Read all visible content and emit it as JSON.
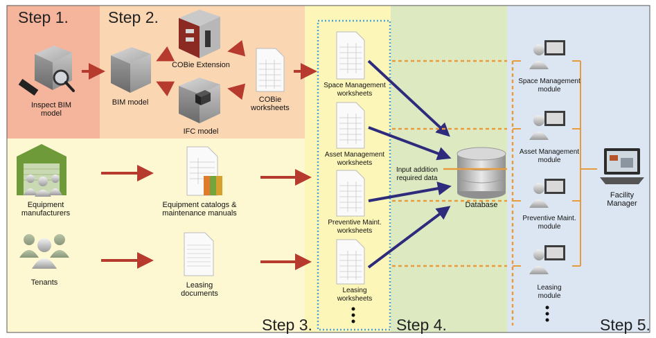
{
  "steps": {
    "step1": "Step 1.",
    "step2": "Step 2.",
    "step3": "Step 3.",
    "step4": "Step 4.",
    "step5": "Step 5."
  },
  "step1": {
    "inspect_label": "Inspect BIM\nmodel"
  },
  "step2": {
    "bim_model_label": "BIM model",
    "cobie_extension_label": "COBie Extension",
    "ifc_model_label": "IFC model",
    "cobie_worksheets_label": "COBie\nworksheets"
  },
  "sources": {
    "equipment_manufacturers_label": "Equipment\nmanufacturers",
    "tenants_label": "Tenants",
    "equipment_catalogs_label": "Equipment catalogs &\nmaintenance manuals",
    "leasing_documents_label": "Leasing\ndocuments"
  },
  "worksheets": [
    {
      "label": "Space Management\nworksheets"
    },
    {
      "label": "Asset Management\nworksheets"
    },
    {
      "label": "Preventive Maint.\nworksheets"
    },
    {
      "label": "Leasing\nworksheets"
    }
  ],
  "database": {
    "label": "Database",
    "input_note": "Input addition\nrequired data"
  },
  "modules": [
    {
      "label": "Space Management\nmodule"
    },
    {
      "label": "Asset Management\nmodule"
    },
    {
      "label": "Preventive Maint.\nmodule"
    },
    {
      "label": "Leasing\nmodule"
    }
  ],
  "facility_manager": {
    "label": "Facility\nManager"
  },
  "colors": {
    "step1_bg": "#f5b59c",
    "step2_bg": "#fbd6b3",
    "lower_left_bg": "#fdf8d2",
    "step3_bg": "#fcf6b9",
    "step4_bg": "#dde9c0",
    "step5_bg": "#dce6f3",
    "red_arrow": "#b73a2e",
    "navy_arrow": "#2e2b7d",
    "dotted_orange": "#e79b3c",
    "dotted_blue": "#4aa3d8"
  },
  "icons": {
    "cube": "cube-icon",
    "magnifier": "magnifier-icon",
    "document": "document-icon",
    "database": "database-cylinder-icon",
    "user": "user-icon",
    "monitor": "monitor-icon",
    "factory": "factory-icon"
  }
}
